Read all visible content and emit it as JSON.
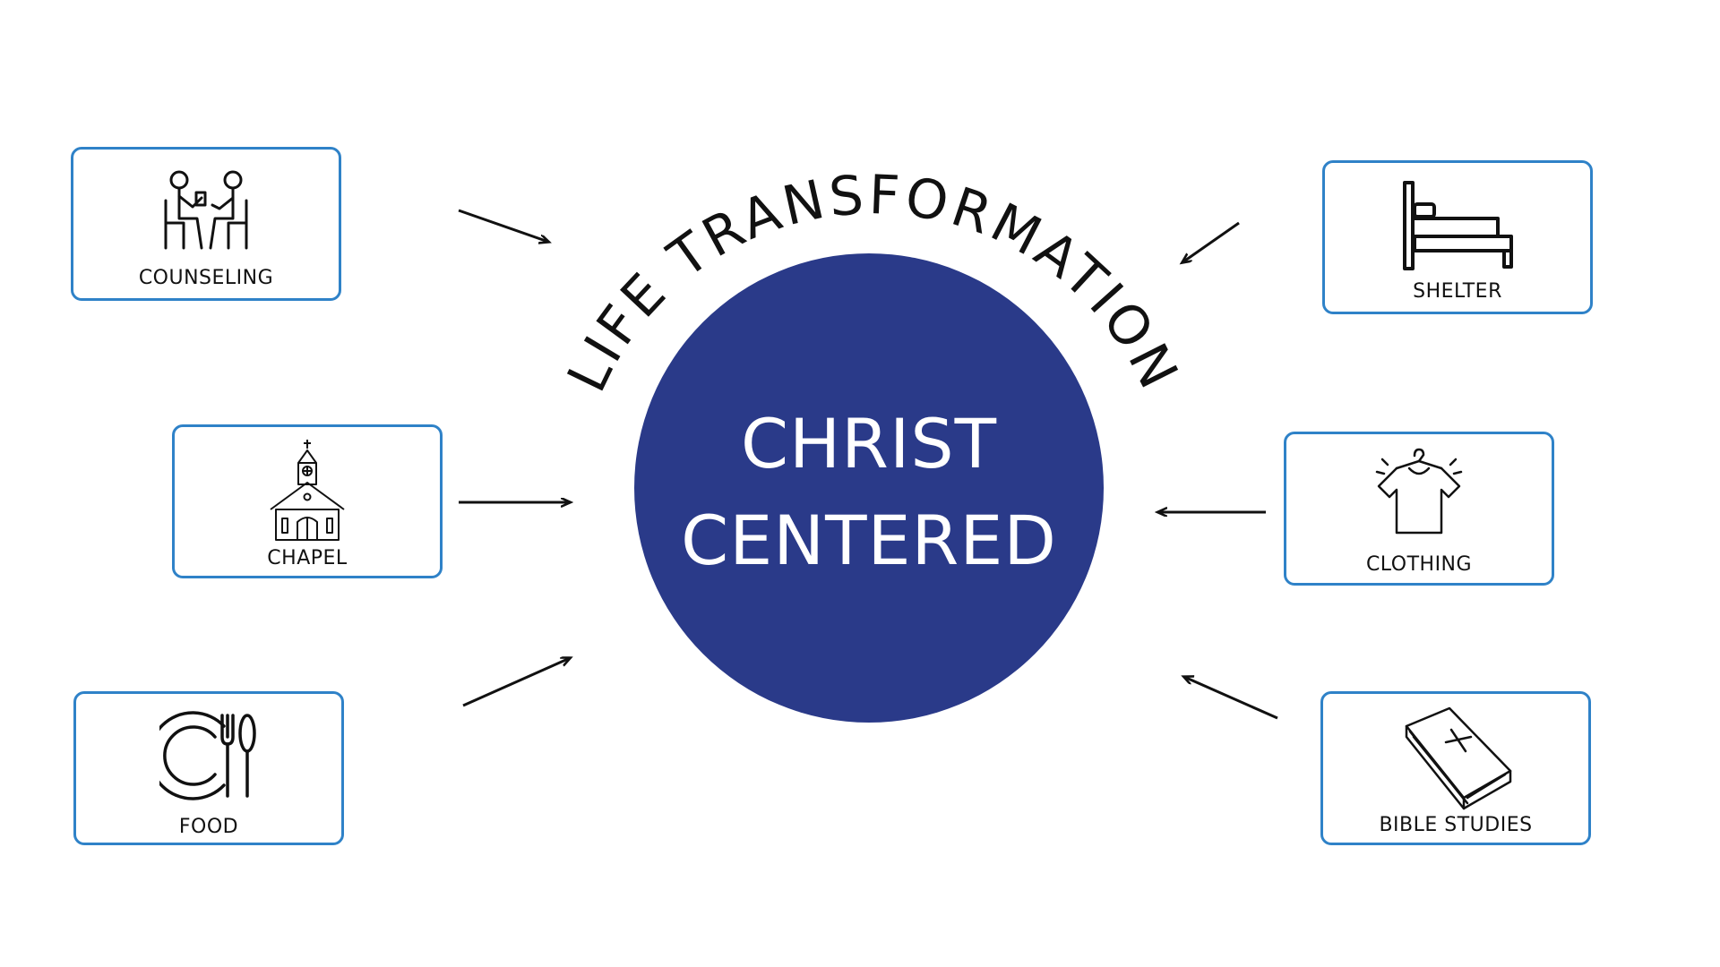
{
  "center": {
    "line1": "CHRIST",
    "line2": "CENTERED",
    "color": "#2a3a89"
  },
  "arc_text": "LIFE TRANSFORMATION",
  "box_border_color": "#2f82c8",
  "boxes": {
    "counseling": {
      "label": "COUNSELING",
      "icon": "counseling-people-icon"
    },
    "chapel": {
      "label": "CHAPEL",
      "icon": "church-icon"
    },
    "food": {
      "label": "FOOD",
      "icon": "plate-fork-spoon-icon"
    },
    "shelter": {
      "label": "SHELTER",
      "icon": "bed-icon"
    },
    "clothing": {
      "label": "CLOTHING",
      "icon": "shirt-hanger-icon"
    },
    "bible_studies": {
      "label": "BIBLE STUDIES",
      "icon": "bible-book-icon"
    }
  }
}
